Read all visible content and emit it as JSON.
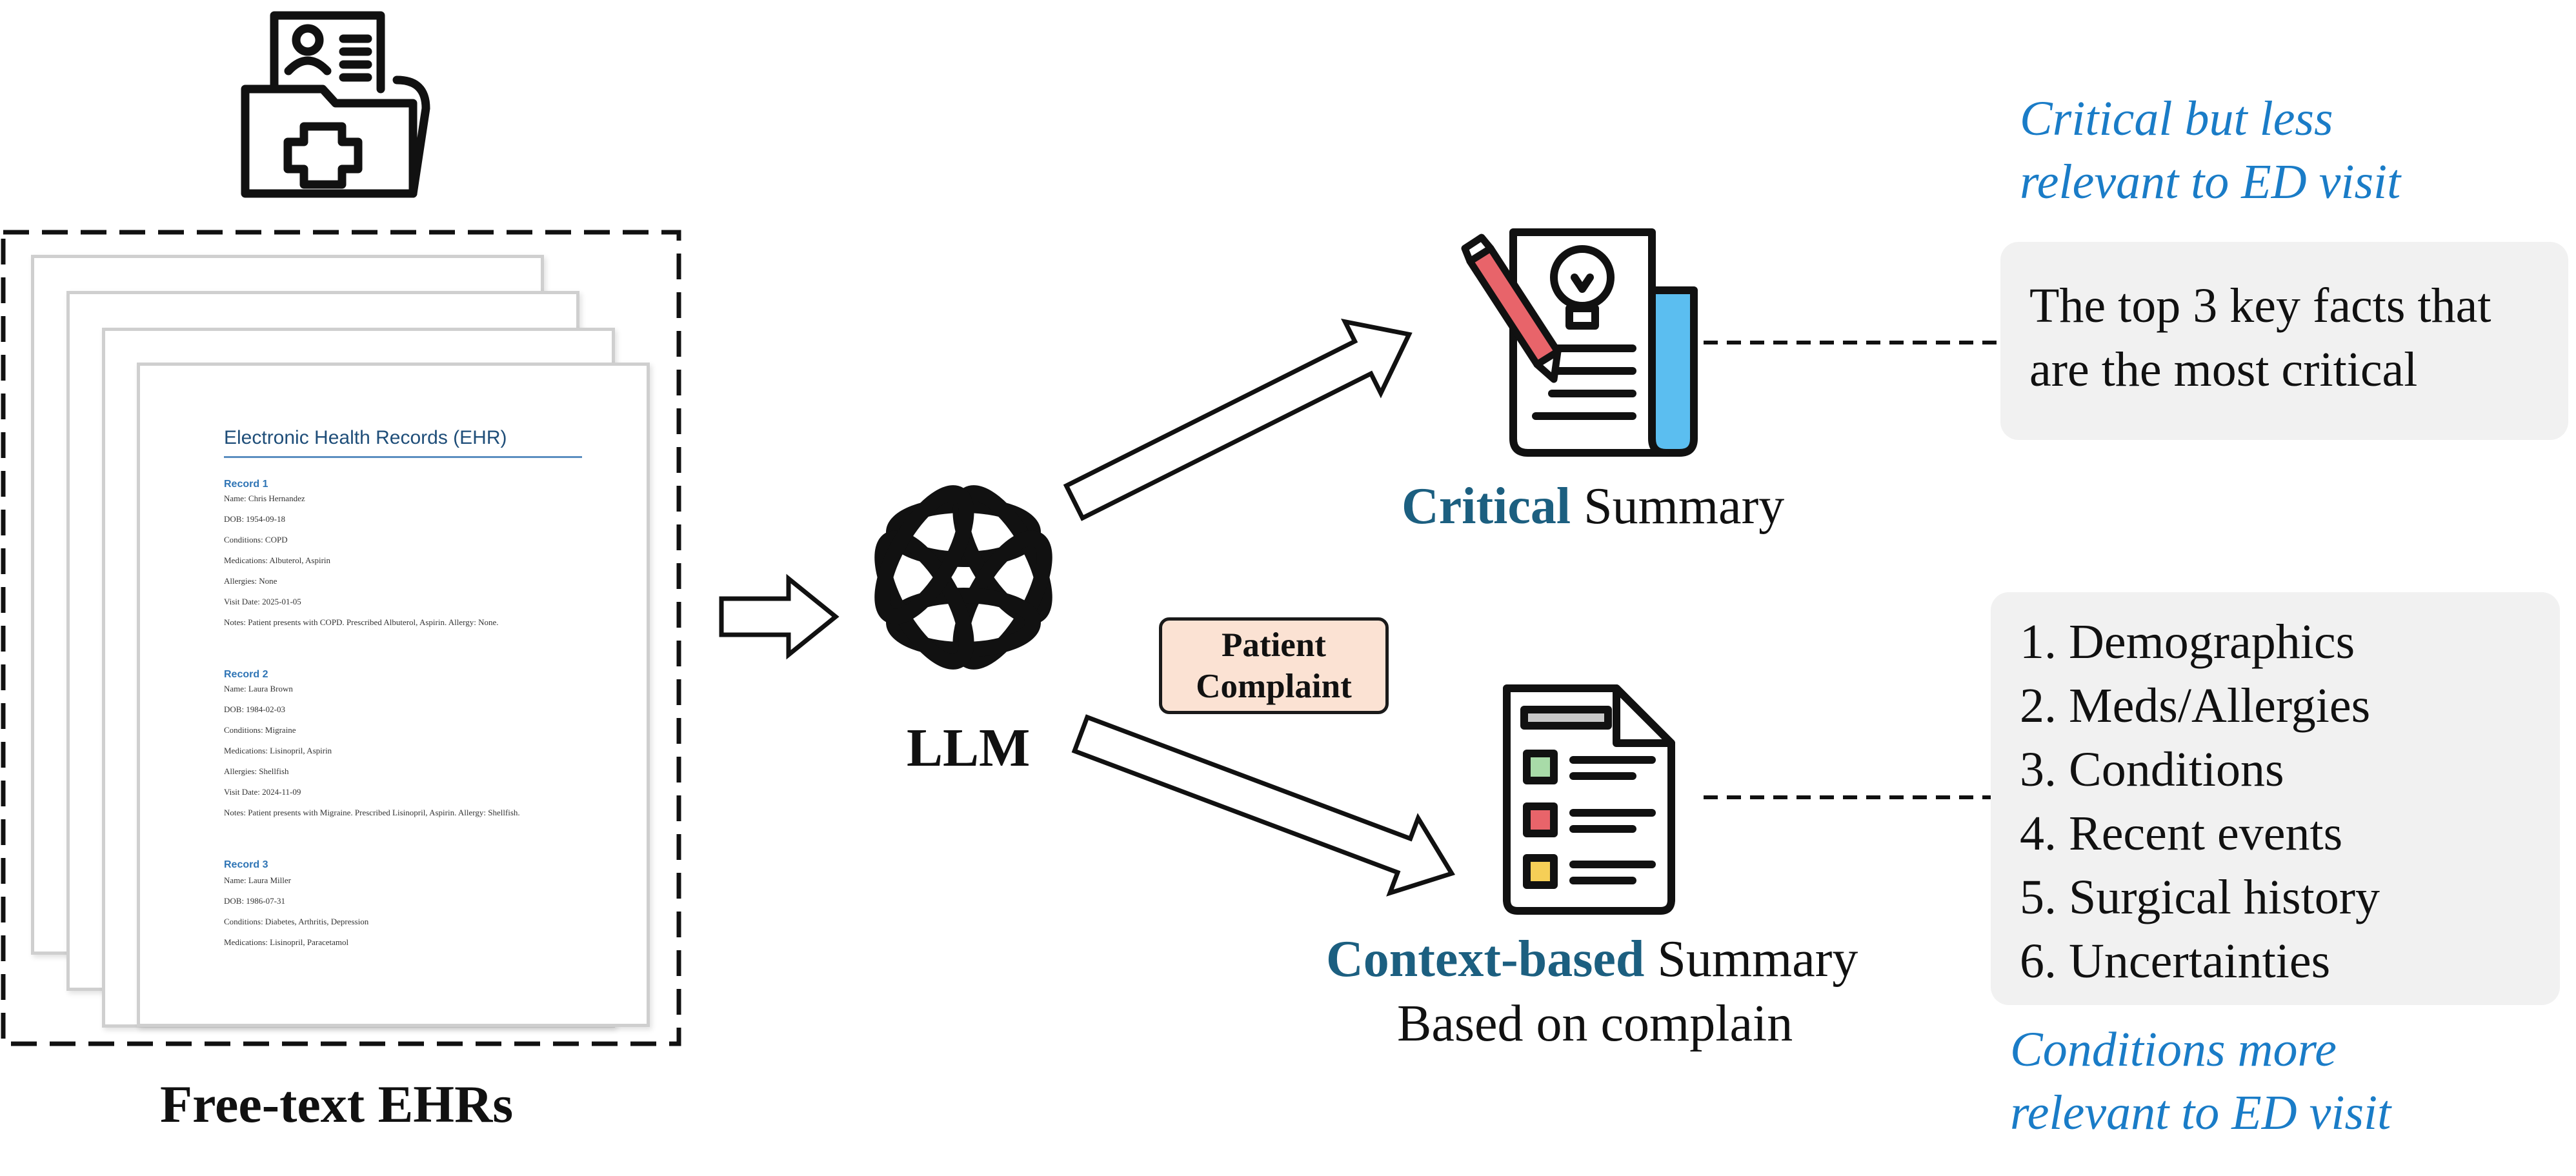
{
  "ehr_stack": {
    "caption": "Free-text EHRs",
    "document": {
      "title": "Electronic Health Records (EHR)",
      "records": [
        {
          "heading": "Record 1",
          "lines": [
            "Name: Chris Hernandez",
            "DOB: 1954-09-18",
            "Conditions: COPD",
            "Medications: Albuterol, Aspirin",
            "Allergies: None",
            "Visit Date: 2025-01-05",
            "Notes: Patient presents with COPD. Prescribed Albuterol, Aspirin. Allergy: None."
          ]
        },
        {
          "heading": "Record 2",
          "lines": [
            "Name: Laura Brown",
            "DOB: 1984-02-03",
            "Conditions: Migraine",
            "Medications: Lisinopril, Aspirin",
            "Allergies: Shellfish",
            "Visit Date: 2024-11-09",
            "Notes: Patient presents with Migraine. Prescribed Lisinopril, Aspirin. Allergy: Shellfish."
          ]
        },
        {
          "heading": "Record 3",
          "lines": [
            "Name: Laura Miller",
            "DOB: 1986-07-31",
            "Conditions: Diabetes, Arthritis, Depression",
            "Medications: Lisinopril, Paracetamol"
          ]
        }
      ]
    }
  },
  "model": {
    "label": "LLM"
  },
  "complaint": {
    "label": "Patient Complaint"
  },
  "critical": {
    "caption_accent": "Critical",
    "caption_rest": " Summary",
    "note_line1": "Critical but less",
    "note_line2": "relevant to ED visit",
    "key_line1": "The top 3 key facts that",
    "key_line2": "are the most critical"
  },
  "context": {
    "caption_accent": "Context-based",
    "caption_rest": " Summary",
    "caption_line2": "Based on complain",
    "items": [
      "1. Demographics",
      "2. Meds/Allergies",
      "3. Conditions",
      "4. Recent events",
      "5. Surgical history",
      "6. Uncertainties"
    ],
    "note_line1": "Conditions more",
    "note_line2": "relevant to ED visit"
  },
  "colors": {
    "accent": "#1c5f80",
    "note_blue": "#1a7cc7",
    "complaint_fill": "#fbe2d3",
    "key_box_fill": "#f1f1f1",
    "check_green": "#a8dba8",
    "check_red": "#e8646a",
    "check_yellow": "#f6cf57",
    "doc_blue": "#5bbef0",
    "pencil_red": "#e8646a"
  },
  "icons": [
    "medical-folder-icon",
    "openai-logo-icon",
    "idea-document-icon",
    "pencil-icon",
    "checklist-document-icon"
  ]
}
